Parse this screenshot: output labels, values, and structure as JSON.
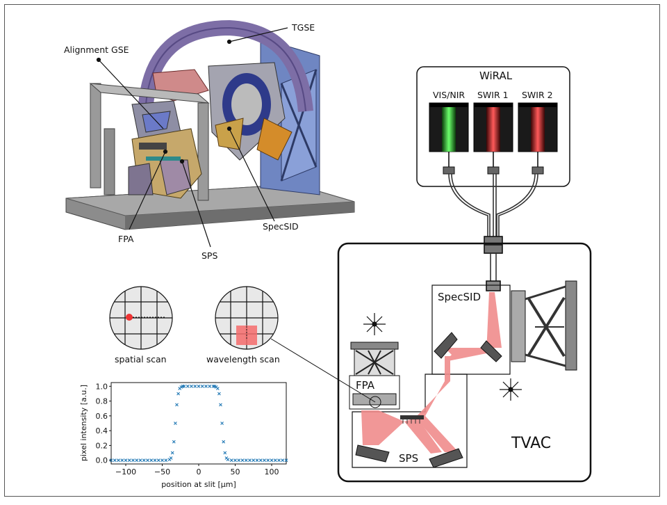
{
  "figure": {
    "callouts": {
      "tgse": "TGSE",
      "alignment_gse": "Alignment GSE",
      "fpa": "FPA",
      "sps": "SPS",
      "specsid": "SpecSID"
    },
    "wiral": {
      "title": "WiRAL",
      "channels": [
        {
          "label": "VIS/NIR",
          "color": "#22cc22"
        },
        {
          "label": "SWIR 1",
          "color": "#dd1111"
        },
        {
          "label": "SWIR 2",
          "color": "#dd1111"
        }
      ]
    },
    "schematic": {
      "tvac": "TVAC",
      "specsid": "SpecSID",
      "fpa": "FPA",
      "sps": "SPS"
    },
    "scans": {
      "spatial": "spatial scan",
      "wavelength": "wavelength scan"
    },
    "colors": {
      "beam": "#f08080",
      "structure_blue": "#7f95cc",
      "marker": "#1f77b4"
    }
  },
  "chart_data": {
    "type": "scatter",
    "xlabel": "position at slit [μm]",
    "ylabel": "pixel intensity [a.u.]",
    "xlim": [
      -120,
      120
    ],
    "ylim": [
      -0.05,
      1.05
    ],
    "xticks": [
      "−100",
      "−50",
      "0",
      "50",
      "100"
    ],
    "yticks": [
      "0.0",
      "0.2",
      "0.4",
      "0.6",
      "0.8",
      "1.0"
    ],
    "marker": "x",
    "x": [
      -120,
      -115,
      -110,
      -105,
      -100,
      -95,
      -90,
      -85,
      -80,
      -75,
      -70,
      -65,
      -60,
      -55,
      -50,
      -45,
      -40,
      -38,
      -36,
      -34,
      -32,
      -30,
      -28,
      -26,
      -24,
      -22,
      -20,
      -15,
      -10,
      -5,
      0,
      5,
      10,
      15,
      20,
      22,
      24,
      26,
      28,
      30,
      32,
      34,
      36,
      38,
      40,
      45,
      50,
      55,
      60,
      65,
      70,
      75,
      80,
      85,
      90,
      95,
      100,
      105,
      110,
      115,
      120
    ],
    "y": [
      0,
      0,
      0,
      0,
      0,
      0,
      0,
      0,
      0,
      0,
      0,
      0,
      0,
      0,
      0,
      0,
      0.01,
      0.03,
      0.1,
      0.25,
      0.5,
      0.75,
      0.9,
      0.97,
      0.99,
      1,
      1,
      1,
      1,
      1,
      1,
      1,
      1,
      1,
      1,
      1,
      0.99,
      0.97,
      0.9,
      0.75,
      0.5,
      0.25,
      0.1,
      0.03,
      0.01,
      0,
      0,
      0,
      0,
      0,
      0,
      0,
      0,
      0,
      0,
      0,
      0,
      0,
      0,
      0,
      0
    ]
  }
}
